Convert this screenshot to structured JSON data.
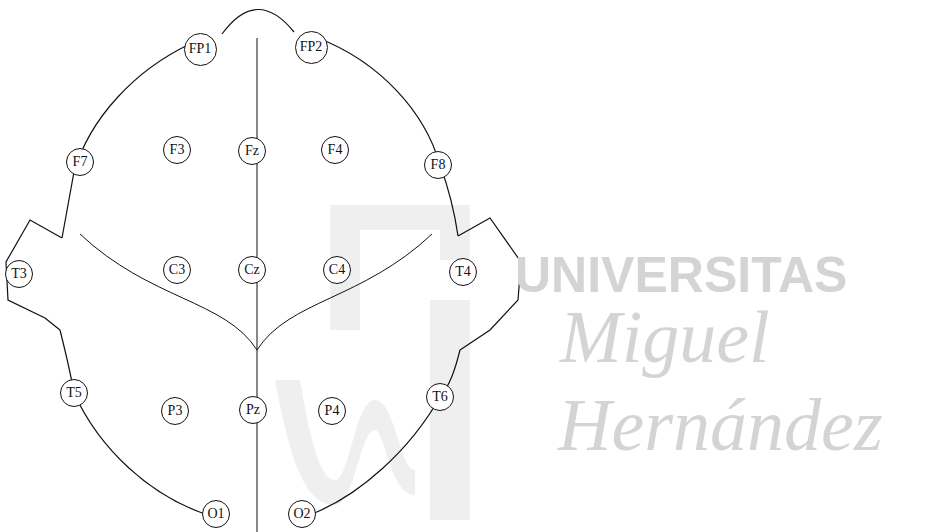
{
  "diagram": {
    "nodes": [
      {
        "text": [
          "FP1"
        ]
      },
      {
        "text": [
          "FP2"
        ]
      },
      {
        "text": [
          "F7"
        ]
      },
      {
        "text": [
          "F3"
        ]
      },
      {
        "text": [
          "Fz"
        ]
      },
      {
        "text": [
          "F4"
        ]
      },
      {
        "text": [
          "F8"
        ]
      },
      {
        "text": [
          "T3"
        ]
      },
      {
        "text": [
          "C3"
        ]
      },
      {
        "text": [
          "Cz"
        ]
      },
      {
        "text": [
          "C4"
        ]
      },
      {
        "text": [
          "T4"
        ]
      },
      {
        "text": [
          "T5"
        ]
      },
      {
        "text": [
          "P3"
        ]
      },
      {
        "text": [
          "Pz"
        ]
      },
      {
        "text": [
          "P4"
        ]
      },
      {
        "text": [
          "T6"
        ]
      },
      {
        "text": [
          "O1"
        ]
      },
      {
        "text": [
          "O2"
        ]
      }
    ],
    "labels": [
      "UNIVERSITAS",
      "Miguel",
      "Hernández"
    ]
  }
}
